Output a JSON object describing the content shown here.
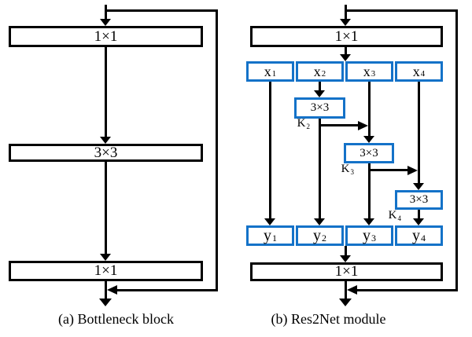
{
  "figure_title": "Bottleneck block vs Res2Net module comparison diagram",
  "colors": {
    "line": "#000000",
    "box_border": "#000000",
    "split_border": "#1472c8",
    "background": "#ffffff",
    "text": "#000000"
  },
  "panel_a": {
    "caption": "(a) Bottleneck block",
    "blocks": [
      "1×1",
      "3×3",
      "1×1"
    ]
  },
  "panel_b": {
    "caption": "(b) Res2Net module",
    "conv_in": "1×1",
    "conv_out": "1×1",
    "splits": [
      {
        "base": "x",
        "sub": "1"
      },
      {
        "base": "x",
        "sub": "2"
      },
      {
        "base": "x",
        "sub": "3"
      },
      {
        "base": "x",
        "sub": "4"
      }
    ],
    "convs": [
      {
        "label": "3×3",
        "k_base": "K",
        "k_sub": "2"
      },
      {
        "label": "3×3",
        "k_base": "K",
        "k_sub": "3"
      },
      {
        "label": "3×3",
        "k_base": "K",
        "k_sub": "4"
      }
    ],
    "outputs": [
      {
        "base": "y",
        "sub": "1"
      },
      {
        "base": "y",
        "sub": "2"
      },
      {
        "base": "y",
        "sub": "3"
      },
      {
        "base": "y",
        "sub": "4"
      }
    ]
  }
}
